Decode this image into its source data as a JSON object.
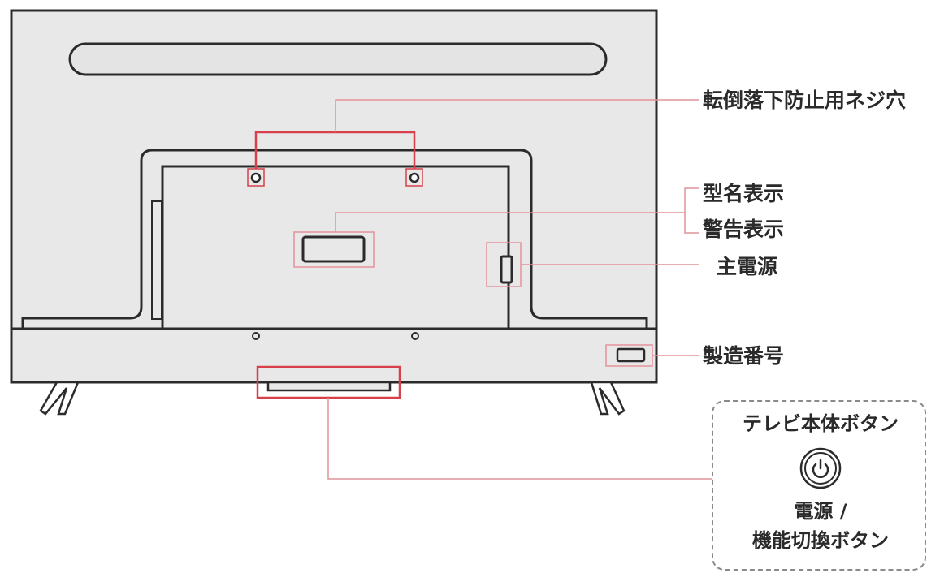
{
  "labels": {
    "screw_holes": "転倒落下防止用ネジ穴",
    "model_name": "型名表示",
    "warning": "警告表示",
    "main_power": "主電源",
    "serial_number": "製造番号"
  },
  "button_panel": {
    "title": "テレビ本体ボタン",
    "icon": "power-icon",
    "caption_line1": "電源 /",
    "caption_line2": "機能切換ボタン"
  },
  "colors": {
    "highlight": "#d8404b",
    "leader": "#e2939a",
    "tv_body": "#e8e8e8",
    "outline": "#2b2b2b"
  }
}
